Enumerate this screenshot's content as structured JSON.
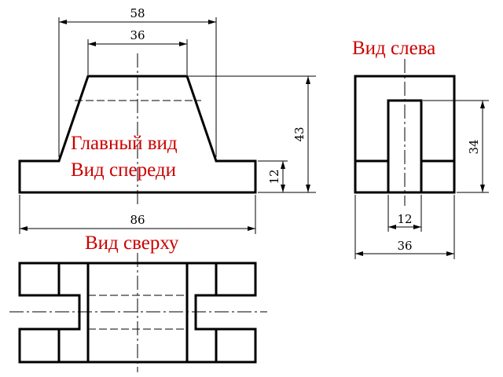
{
  "colors": {
    "line": "#000000",
    "label": "#cc0000"
  },
  "labels": {
    "front_line1": "Главный вид",
    "front_line2": "Вид спереди",
    "left": "Вид слева",
    "top": "Вид сверху"
  },
  "dimensions": {
    "top_width": "58",
    "top_inner": "36",
    "base_width": "86",
    "total_height": "43",
    "base_height": "12",
    "side_height": "34",
    "side_slot": "12",
    "side_width": "36"
  }
}
